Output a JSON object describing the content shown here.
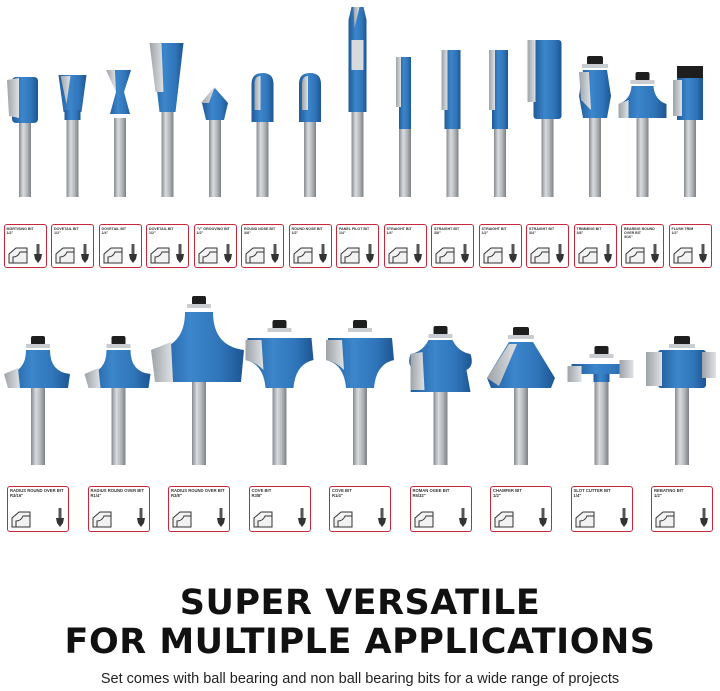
{
  "headline": {
    "line1": "SUPER VERSATILE",
    "line2": "FOR MULTIPLE APPLICATIONS"
  },
  "subheadline": "Set comes with ball bearing and non ball bearing bits for a wide range of projects",
  "colors": {
    "cutter": "#2f74b8",
    "shank": "#a7abb0",
    "bearing": "#1e1e1e",
    "label_border": "#c6283a"
  },
  "row1": [
    {
      "name": "MORTISING BIT",
      "size": "1/2\"",
      "shape": "mortise"
    },
    {
      "name": "DOVETAIL BIT",
      "size": "1/2\"",
      "shape": "dovetail-v"
    },
    {
      "name": "DOVETAIL BIT",
      "size": "1/4\"",
      "shape": "dovetail-narrow"
    },
    {
      "name": "DOVETAIL BIT",
      "size": "1/2\"",
      "shape": "dovetail-wide"
    },
    {
      "name": "\"V\" GROOVING BIT",
      "size": "1/2\"",
      "shape": "v-groove"
    },
    {
      "name": "ROUND NOSE BIT",
      "size": "3/8\"",
      "shape": "round-nose"
    },
    {
      "name": "ROUND NOSE BIT",
      "size": "1/2\"",
      "shape": "round-nose"
    },
    {
      "name": "PANEL PILOT BIT",
      "size": "1/4\"",
      "shape": "panel-pilot"
    },
    {
      "name": "STRAIGHT BIT",
      "size": "1/4\"",
      "shape": "straight-thin"
    },
    {
      "name": "STRAIGHT BIT",
      "size": "3/8\"",
      "shape": "straight"
    },
    {
      "name": "STRAIGHT BIT",
      "size": "1/2\"",
      "shape": "straight"
    },
    {
      "name": "STRAIGHT BIT",
      "size": "3/4\"",
      "shape": "straight-wide"
    },
    {
      "name": "TRIMMING BIT",
      "size": "3/8\"",
      "shape": "trimming"
    },
    {
      "name": "BEARING ROUND OVER BIT",
      "size": "3/16\"",
      "shape": "roundover-small"
    },
    {
      "name": "FLUSH TRIM",
      "size": "1/2\"",
      "shape": "flush-trim"
    }
  ],
  "row2": [
    {
      "name": "RADIUS ROUND OVER BIT",
      "size": "R3/16\"",
      "shape": "roundover"
    },
    {
      "name": "RADIUS ROUND OVER BIT",
      "size": "R1/4\"",
      "shape": "roundover"
    },
    {
      "name": "RADIUS ROUND OVER BIT",
      "size": "R3/8\"",
      "shape": "roundover-big"
    },
    {
      "name": "COVE BIT",
      "size": "R3/8\"",
      "shape": "cove"
    },
    {
      "name": "COVE BIT",
      "size": "R1/4\"",
      "shape": "cove"
    },
    {
      "name": "ROMAN OGEE BIT",
      "size": "R5/32\"",
      "shape": "ogee"
    },
    {
      "name": "CHAMFER BIT",
      "size": "1/2\"",
      "shape": "chamfer"
    },
    {
      "name": "SLOT CUTTER BIT",
      "size": "1/4\"",
      "shape": "slot"
    },
    {
      "name": "REBATING BIT",
      "size": "1/2\"",
      "shape": "rebate"
    }
  ]
}
